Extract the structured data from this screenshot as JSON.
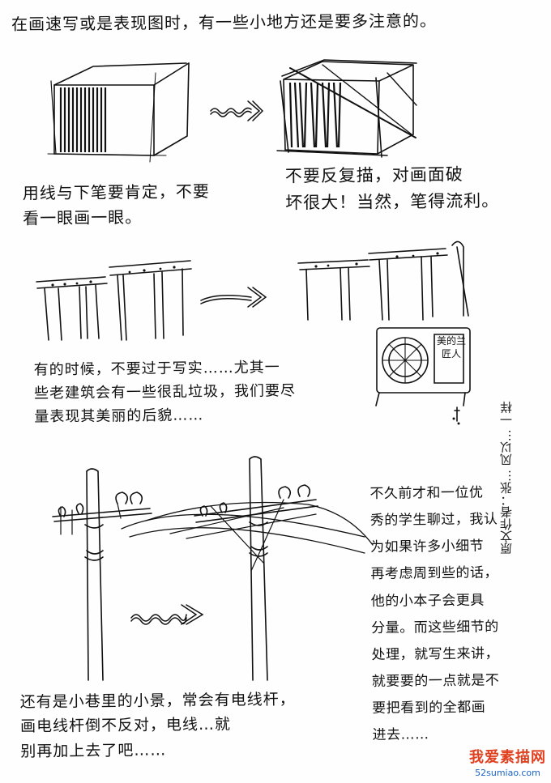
{
  "texts": {
    "title": "在画速写或是表现图时，有一些小地方还是要多注意的。",
    "note_cube_left": "用线与下笔要肯定，不要\n看一眼画一眼。",
    "note_cube_right": "不要反复描，对画面破\n坏很大！当然，笔得流利。",
    "note_eaves": "有的时候，不要过于写实……尤其一\n些老建筑会有一些很乱垃圾，我们要尽\n量表现其美丽的后貌……",
    "note_bottom_left": "还有是小巷里的小景，常会有电线杆，\n画电线杆倒不反对，电线…就\n别再加上去了吧……",
    "note_bottom_right": "不久前才和一位优\n秀的学生聊过，我认\n为如果许多小细节\n再考虑周到些的话，\n他的小本子会更具\n分量。而这些细节的\n处理，就写生来讲，\n就要要的一点就是不\n要把看到的全都画\n进去……",
    "side_note": "原文作者：张…  风以…  一样",
    "ac_sign": "美的兰\n匠人"
  },
  "watermark": {
    "name": "我爱素描网",
    "url": "52sumiao.com"
  },
  "colors": {
    "ink": "#111111",
    "paper": "#fefefe",
    "watermark_red": "#e0401f",
    "watermark_blue": "#1b64c4"
  }
}
